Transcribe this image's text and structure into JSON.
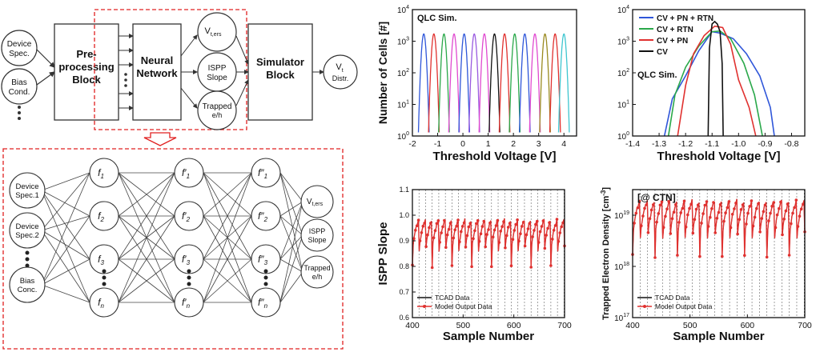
{
  "flow": {
    "inputs": [
      "Device",
      "Spec.",
      "Bias",
      "Cond."
    ],
    "preprocessing": [
      "Pre-",
      "processing",
      "Block"
    ],
    "neural_network": [
      "Neural",
      "Network"
    ],
    "outputs": [
      "V",
      "t,ers",
      "ISPP",
      "Slope",
      "Trapped",
      "e/h"
    ],
    "simulator": [
      "Simulator",
      "Block"
    ],
    "result": [
      "V",
      "t",
      "Distr."
    ]
  },
  "network": {
    "inputs": [
      "Device",
      "Spec.1",
      "Device",
      "Spec.2",
      "Bias",
      "Conc."
    ],
    "layer1": [
      "f",
      "1",
      "f",
      "2",
      "f",
      "3",
      "f",
      "n"
    ],
    "layer2": [
      "f′",
      "1",
      "f′",
      "2",
      "f′",
      "3",
      "f′",
      "n"
    ],
    "layer3": [
      "f″",
      "1",
      "f″",
      "2",
      "f″",
      "3",
      "f″",
      "n"
    ],
    "outputs": [
      "V",
      "t,ers",
      "ISPP",
      "Slope",
      "Trapped",
      "e/h"
    ]
  },
  "chart_data": [
    {
      "type": "line",
      "annotation": "QLC Sim.",
      "xlabel": "Threshold Voltage [V]",
      "ylabel": "Number of Cells [#]",
      "xlim": [
        -2,
        4.5
      ],
      "ylim_log10": [
        0,
        4
      ],
      "x_ticks": [
        "-2",
        "-1",
        "0",
        "1",
        "2",
        "3",
        "4"
      ],
      "y_ticks": [
        "10",
        "0",
        "10",
        "1",
        "10",
        "2",
        "10",
        "3",
        "10",
        "4"
      ],
      "series": [
        {
          "center": -1.55,
          "color": "#2f56d9"
        },
        {
          "center": -1.15,
          "color": "#e0312f"
        },
        {
          "center": -0.75,
          "color": "#2aa84a"
        },
        {
          "center": -0.35,
          "color": "#e04ad0"
        },
        {
          "center": 0.05,
          "color": "#2f56d9"
        },
        {
          "center": 0.45,
          "color": "#9a5ae0"
        },
        {
          "center": 0.85,
          "color": "#e04ad0"
        },
        {
          "center": 1.25,
          "color": "#111111"
        },
        {
          "center": 1.65,
          "color": "#e0312f"
        },
        {
          "center": 2.05,
          "color": "#2aa84a"
        },
        {
          "center": 2.45,
          "color": "#2f56d9"
        },
        {
          "center": 2.85,
          "color": "#e04ad0"
        },
        {
          "center": 3.25,
          "color": "#9a8a20"
        },
        {
          "center": 3.65,
          "color": "#e0312f"
        },
        {
          "center": 4.0,
          "color": "#3fc6d0"
        }
      ],
      "peak": 1700,
      "width": 0.17
    },
    {
      "type": "line",
      "annotation": "QLC Sim.",
      "xlabel": "Threshold Voltage [V]",
      "ylabel": "",
      "xlim": [
        -1.4,
        -0.75
      ],
      "ylim_log10": [
        0,
        4
      ],
      "x_ticks": [
        "-1.4",
        "-1.3",
        "-1.2",
        "-1.1",
        "-1.0",
        "-0.9",
        "-0.8"
      ],
      "y_ticks": [
        "10",
        "0",
        "10",
        "1",
        "10",
        "2",
        "10",
        "3",
        "10",
        "4"
      ],
      "legend": [
        {
          "label": "CV + PN + RTN",
          "color": "#2f56d9"
        },
        {
          "label": "CV + RTN",
          "color": "#2aa84a"
        },
        {
          "label": "CV + PN",
          "color": "#e0312f"
        },
        {
          "label": "CV",
          "color": "#111111"
        }
      ],
      "series": [
        {
          "color": "#2f56d9",
          "x": [
            -1.28,
            -1.25,
            -1.2,
            -1.15,
            -1.1,
            -1.07,
            -1.02,
            -0.97,
            -0.92,
            -0.88,
            -0.865
          ],
          "y": [
            1,
            15,
            80,
            500,
            2000,
            1800,
            1200,
            400,
            80,
            8,
            1
          ]
        },
        {
          "color": "#2aa84a",
          "x": [
            -1.265,
            -1.24,
            -1.2,
            -1.15,
            -1.1,
            -1.07,
            -1.03,
            -0.98,
            -0.94,
            -0.91
          ],
          "y": [
            1,
            20,
            150,
            700,
            2000,
            2100,
            1200,
            200,
            20,
            1
          ]
        },
        {
          "color": "#e0312f",
          "x": [
            -1.23,
            -1.2,
            -1.17,
            -1.13,
            -1.09,
            -1.06,
            -1.03,
            -1.0,
            -0.96,
            -0.935
          ],
          "y": [
            1,
            40,
            400,
            1500,
            3000,
            2700,
            800,
            60,
            8,
            1
          ]
        },
        {
          "color": "#111111",
          "x": [
            -1.115,
            -1.11,
            -1.1,
            -1.09,
            -1.08,
            -1.07,
            -1.062,
            -1.058
          ],
          "y": [
            1,
            600,
            3500,
            4200,
            3500,
            2000,
            200,
            1
          ]
        }
      ]
    },
    {
      "type": "line",
      "xlabel": "Sample Number",
      "ylabel": "ISPP Slope",
      "xlim": [
        400,
        700
      ],
      "ylim": [
        0.6,
        1.1
      ],
      "x_ticks": [
        "400",
        "500",
        "600",
        "700"
      ],
      "y_ticks": [
        "0.6",
        "0.7",
        "0.8",
        "0.9",
        "1.0",
        "1.1"
      ],
      "legend": [
        {
          "label": "TCAD Data",
          "color": "#111111"
        },
        {
          "label": "Model Output Data",
          "color": "#e0312f"
        }
      ],
      "period": 13,
      "low": 0.8,
      "high": 0.985
    },
    {
      "type": "line",
      "annotation": "[@ CTN]",
      "xlabel": "Sample Number",
      "ylabel": "Trapped Electron Density [cm",
      "ylabel_sup": "-3",
      "xlim": [
        400,
        700
      ],
      "ylim_log10": [
        17,
        19.5
      ],
      "x_ticks": [
        "400",
        "500",
        "600",
        "700"
      ],
      "y_ticks": [
        "10",
        "17",
        "10",
        "18",
        "10",
        "19"
      ],
      "legend": [
        {
          "label": "TCAD Data",
          "color": "#111111"
        },
        {
          "label": "Model Output Data",
          "color": "#e0312f"
        }
      ],
      "period": 13,
      "low_log": 18.2,
      "high_log": 19.3
    }
  ]
}
